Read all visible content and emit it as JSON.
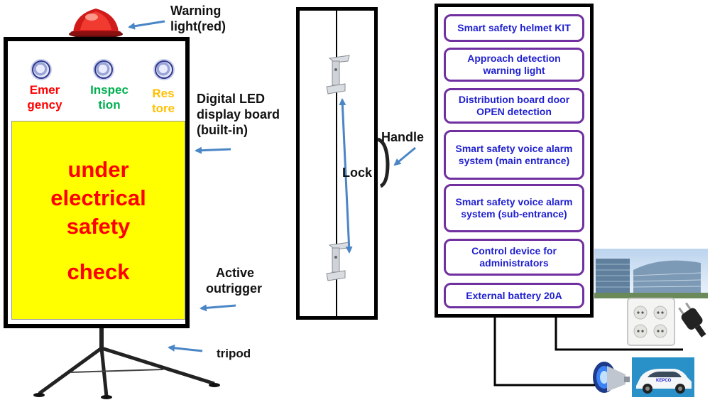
{
  "warning_light_label": [
    "Warning",
    "light(red)"
  ],
  "buttons": [
    {
      "label": [
        "Emer",
        "gency"
      ],
      "color": "#ff0000"
    },
    {
      "label": [
        "Inspec",
        "tion"
      ],
      "color": "#00b050"
    },
    {
      "label": [
        "Res",
        "tore"
      ],
      "color": "#ffc000"
    }
  ],
  "display_text": [
    "under",
    "electrical",
    "safety",
    "check"
  ],
  "display_color": "#ffff00",
  "led_board_label": [
    "Digital LED",
    "display board",
    "(built-in)"
  ],
  "outrigger_label": [
    "Active",
    "outrigger"
  ],
  "tripod_label": "tripod",
  "lock_label": "Lock",
  "handle_label": "Handle",
  "kit_items": [
    [
      "Smart safety helmet KIT"
    ],
    [
      "Approach detection",
      "warning light"
    ],
    [
      "Distribution board door",
      "OPEN detection"
    ],
    [
      "Smart safety voice alarm",
      "system (main entrance)"
    ],
    [
      "Smart safety voice alarm",
      "system (sub-entrance)"
    ],
    [
      "Control device for",
      "administrators"
    ],
    [
      "External battery 20A"
    ]
  ],
  "kit_border_color": "#7030a0",
  "kit_text_color": "#1f1fd0",
  "car_brand_text": "KEPCO"
}
